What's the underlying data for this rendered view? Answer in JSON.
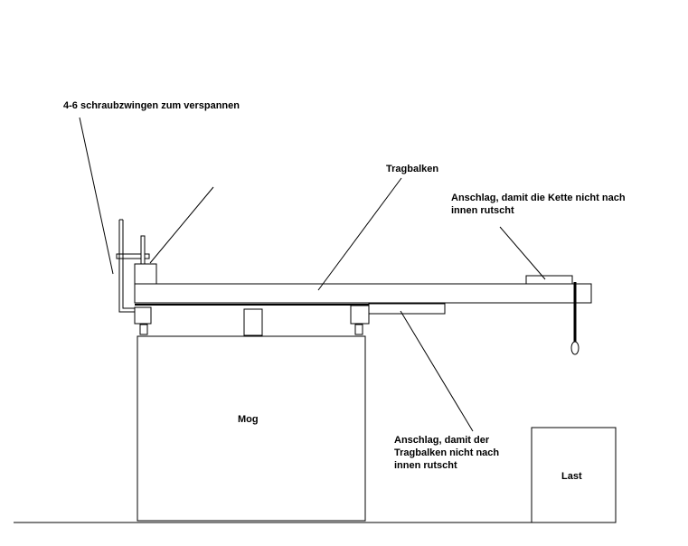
{
  "labels": {
    "clamps": "4-6 schraubzwingen zum verspannen",
    "beam": "Tragbalken",
    "stop_outer_line1": "Anschlag, damit die Kette nicht nach",
    "stop_outer_line2": "innen rutscht",
    "stop_inner_line1": "Anschlag, damit der",
    "stop_inner_line2": "Tragbalken nicht nach",
    "stop_inner_line3": "innen rutscht",
    "vehicle": "Mog",
    "load": "Last"
  }
}
